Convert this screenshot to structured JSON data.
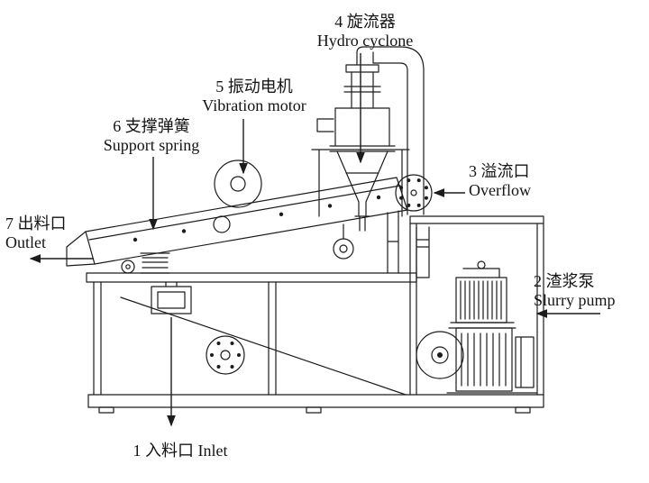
{
  "page": {
    "background": "#ffffff",
    "line_color": "#1c1c1c",
    "text_color": "#141414"
  },
  "labels": {
    "hydro_cyclone": {
      "line1": "4 旋流器",
      "line2": "Hydro cyclone"
    },
    "vibration_motor": {
      "line1": "5 振动电机",
      "line2": "Vibration motor"
    },
    "support_spring": {
      "line1": "6 支撑弹簧",
      "line2": "Support spring"
    },
    "overflow": {
      "line1": "3 溢流口",
      "line2": "Overflow"
    },
    "outlet": {
      "line1": "7 出料口",
      "line2": "Outlet"
    },
    "slurry_pump": {
      "line1": "2 渣浆泵",
      "line2": "Slurry pump"
    },
    "inlet": {
      "line1": "1 入料口 Inlet"
    }
  }
}
